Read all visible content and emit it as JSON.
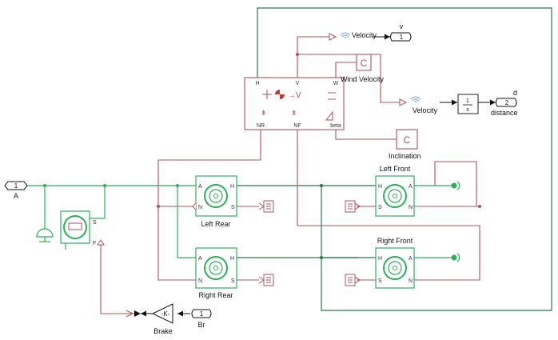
{
  "inports": {
    "a": {
      "number": "1",
      "label": "A"
    },
    "br": {
      "number": "1",
      "label": "Br"
    }
  },
  "outports": {
    "v": {
      "number": "1",
      "label": "v"
    },
    "d": {
      "number": "2",
      "label": "d",
      "sublabel": "distance"
    }
  },
  "vehicle_body": {
    "ports": {
      "h": "H",
      "v": "V",
      "w": "W",
      "nr": "NR",
      "nf": "NF",
      "beta": "beta"
    }
  },
  "blocks": {
    "velocity_top": {
      "label": "Velocity"
    },
    "velocity_mid": {
      "label": "Velocity"
    },
    "wind_velocity": {
      "glyph": "C",
      "label": "Wind Velocity"
    },
    "inclination": {
      "glyph": "C",
      "label": "Inclination"
    },
    "integrator": {
      "num": "1",
      "den": "s"
    },
    "brake_gain": {
      "glyph": "-K-",
      "label": "Brake"
    },
    "brake_actuator": {
      "port_s": "S",
      "port_f": "F"
    }
  },
  "tires": {
    "left_rear": {
      "label": "Left Rear",
      "ports": {
        "a": "A",
        "h": "H",
        "n": "N",
        "s": "S"
      }
    },
    "right_rear": {
      "label": "Right Rear",
      "ports": {
        "a": "A",
        "h": "H",
        "n": "N",
        "s": "S"
      }
    },
    "left_front": {
      "label": "Left Front",
      "ports": {
        "h": "H",
        "a": "A",
        "s": "S",
        "n": "N"
      }
    },
    "right_front": {
      "label": "Right Front",
      "ports": {
        "h": "H",
        "a": "A",
        "s": "S",
        "n": "N"
      }
    }
  },
  "colors": {
    "mechanical": "#2fae5a",
    "physical_signal": "#a8545c",
    "simulink": "#222222"
  }
}
